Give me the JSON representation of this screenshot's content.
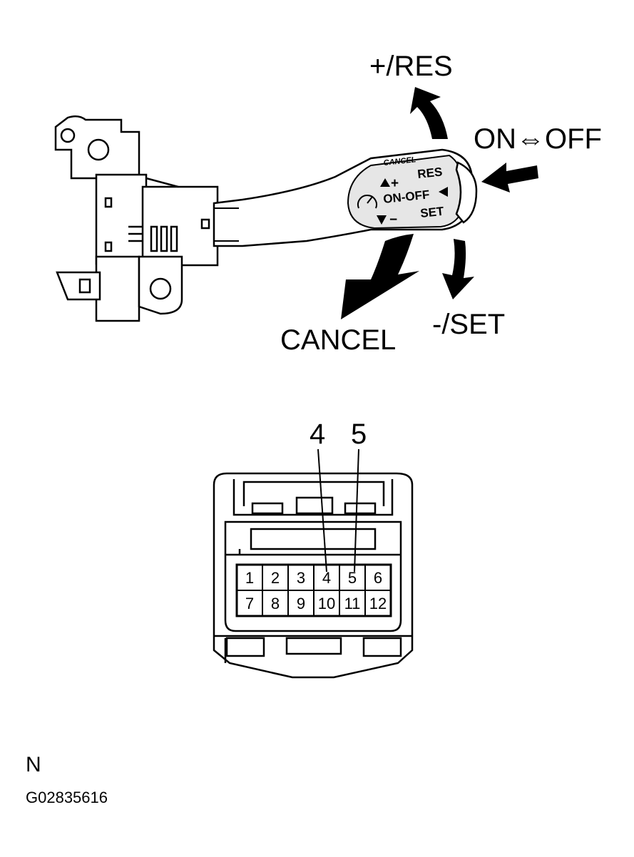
{
  "switch_labels": {
    "res": "+/RES",
    "onoff": "ON⇔OFF",
    "cancel": "CANCEL",
    "set": "-/SET"
  },
  "lever_markings": {
    "cancel": "CANCEL",
    "plus": "+",
    "res": "RES",
    "onoff": "ON-OFF",
    "minus": "−",
    "set": "SET"
  },
  "connector": {
    "callouts": [
      "4",
      "5"
    ],
    "pins_row1": [
      "1",
      "2",
      "3",
      "4",
      "5",
      "6"
    ],
    "pins_row2": [
      "7",
      "8",
      "9",
      "10",
      "11",
      "12"
    ]
  },
  "footer": {
    "letter": "N",
    "code": "G02835616"
  },
  "colors": {
    "line": "#000000",
    "lever_grey": "#e6e6e6",
    "background": "#ffffff"
  }
}
